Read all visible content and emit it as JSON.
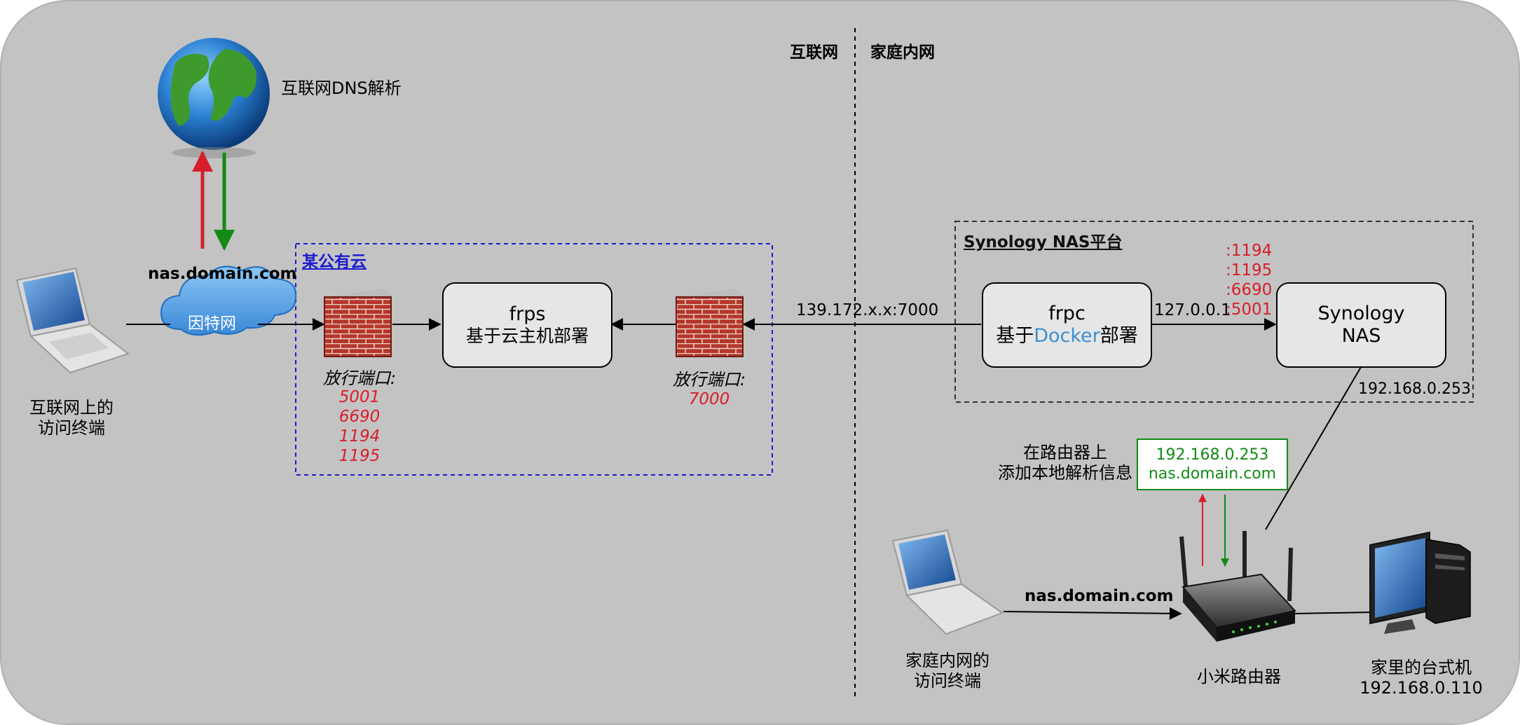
{
  "zones": {
    "internet": "互联网",
    "lan": "家庭内网"
  },
  "dns": {
    "label": "互联网DNS解析",
    "query_domain": "nas.domain.com"
  },
  "cloud": {
    "label": "因特网"
  },
  "internet_client": {
    "label_line1": "互联网上的",
    "label_line2": "访问终端"
  },
  "public_cloud": {
    "title": "某公有云",
    "frps_box": {
      "line1": "frps",
      "line2": "基于云主机部署"
    },
    "firewall_left": {
      "caption": "放行端口:",
      "ports": [
        "5001",
        "6690",
        "1194",
        "1195"
      ]
    },
    "firewall_right": {
      "caption": "放行端口:",
      "ports": [
        "7000"
      ]
    }
  },
  "tunnel_endpoint": "139.172.x.x:7000",
  "synology_platform": {
    "title": "Synology NAS平台",
    "frpc_box": {
      "line1": "frpc",
      "line2_prefix": "基于",
      "line2_highlight": "Docker",
      "line2_suffix": "部署"
    },
    "nas_box": {
      "line1": "Synology",
      "line2": "NAS"
    },
    "forward_host": "127.0.0.1",
    "forward_ports": [
      ":1194",
      ":1195",
      ":6690",
      ":5001"
    ],
    "nas_ip": "192.168.0.253"
  },
  "router": {
    "label": "小米路由器",
    "note_line1": "在路由器上",
    "note_line2": "添加本地解析信息",
    "dns_entry_ip": "192.168.0.253",
    "dns_entry_domain": "nas.domain.com"
  },
  "lan_client": {
    "label_line1": "家庭内网的",
    "label_line2": "访问终端",
    "query_domain": "nas.domain.com"
  },
  "desktop": {
    "label": "家里的台式机",
    "ip": "192.168.0.110"
  },
  "colors": {
    "background": "#c3c3c3",
    "port_red": "#d81e2a",
    "dns_green": "#128a14",
    "cloud_blue": "#1b1bd0",
    "docker_blue": "#3d8fd1",
    "box_fill": "#e6e6e6"
  }
}
